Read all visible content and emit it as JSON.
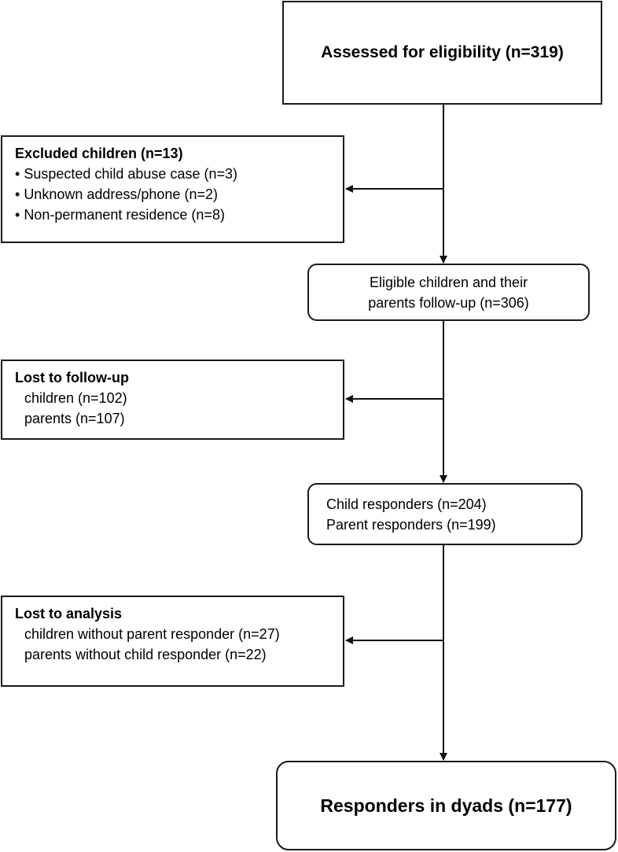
{
  "assessed": {
    "label": "Assessed for eligibility (n=319)"
  },
  "excluded": {
    "heading": "Excluded children (n=13)",
    "items": [
      "Suspected child abuse case (n=3)",
      "Unknown address/phone (n=2)",
      "Non-permanent residence (n=8)"
    ]
  },
  "eligible": {
    "lines": [
      "Eligible children and their",
      "parents follow-up (n=306)"
    ]
  },
  "lost_followup": {
    "heading": "Lost to follow-up",
    "items": [
      "children (n=102)",
      "parents (n=107)"
    ]
  },
  "responders": {
    "lines": [
      "Child responders (n=204)",
      "Parent responders (n=199)"
    ]
  },
  "lost_analysis": {
    "heading": "Lost to analysis",
    "items": [
      "children without parent responder (n=27)",
      "parents without child responder (n=22)"
    ]
  },
  "dyads": {
    "label": "Responders in dyads (n=177)"
  }
}
